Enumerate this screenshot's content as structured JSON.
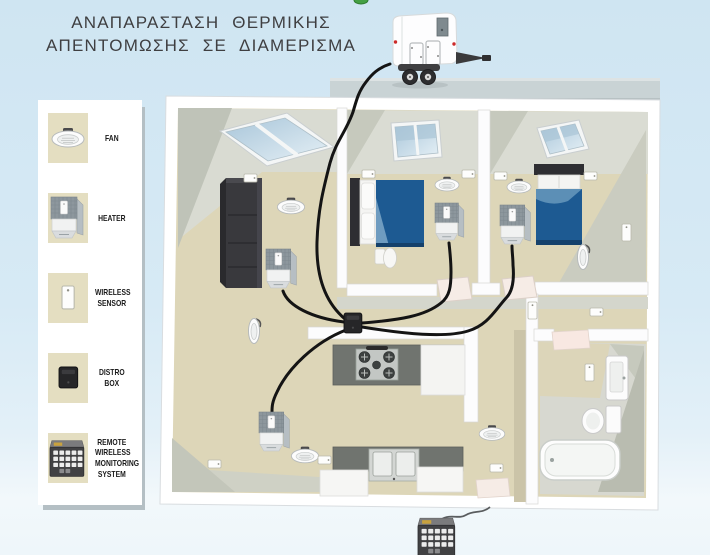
{
  "title": {
    "line1": "ΑΝΑΠΑΡΑΣΤΑΣΗ ΘΕΡΜΙΚΗΣ",
    "line2": "ΑΠΕΝΤΟΜΩΣΗΣ ΣΕ ΔΙΑΜΕΡΙΣΜΑ"
  },
  "legend": {
    "items": [
      {
        "label": "FAN",
        "icon": "fan-icon"
      },
      {
        "label": "HEATER",
        "icon": "heater-icon"
      },
      {
        "label": "WIRELESS SENSOR",
        "icon": "wireless-sensor-icon"
      },
      {
        "label": "DISTRO BOX",
        "icon": "distro-box-icon"
      },
      {
        "label": "REMOTE WIRELESS MONITORING SYSTEM",
        "icon": "remote-monitoring-icon"
      }
    ]
  },
  "scene": {
    "vehicle": "heat-treatment-trailer",
    "rooms": [
      "living-room",
      "bedroom-1",
      "bedroom-2",
      "kitchen",
      "hallway",
      "corridor",
      "bathroom"
    ],
    "equipment_counts": {
      "fans": 7,
      "heaters": 4,
      "wireless_sensors": 12,
      "distro_boxes": 1,
      "remote_monitoring_systems": 1
    }
  },
  "colors": {
    "background": "#d7eaf5",
    "floor_tan": "#ddd6b8",
    "bed_blue": "#1d5a92",
    "cable_black": "#141414",
    "legend_tile": "#e4dec1",
    "road_gray": "#c9d3d5",
    "title_text": "#3f3f41"
  }
}
